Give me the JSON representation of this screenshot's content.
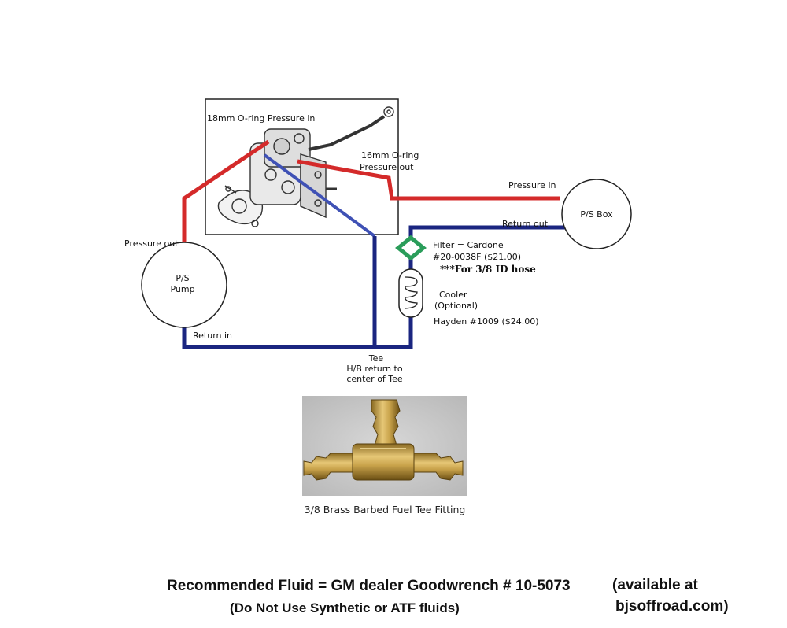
{
  "labels": {
    "o_ring_18": "18mm O-ring Pressure in",
    "o_ring_16_line1": "16mm O-ring",
    "o_ring_16_line2": "Pressure out",
    "pressure_in": "Pressure in",
    "return_out": "Return out",
    "ps_box": "P/S Box",
    "pressure_out": "Pressure out",
    "pump_line1": "P/S",
    "pump_line2": "Pump",
    "filter_line1": "Filter = Cardone",
    "filter_line2": "#20-0038F ($21.00)",
    "filter_note": "***For 3/8 ID hose",
    "cooler_line1": "Cooler",
    "cooler_line2": "(Optional)",
    "cooler_line3": "Hayden #1009 ($24.00)",
    "return_in": "Return in",
    "tee_line1": "Tee",
    "tee_line2": "H/B return to",
    "tee_line3": "center of Tee",
    "fitting_caption": "3/8 Brass Barbed Fuel Tee Fitting"
  },
  "footer": {
    "fluid": "Recommended Fluid = GM dealer Goodwrench #  10-5073",
    "warning": "(Do Not Use Synthetic or ATF fluids)",
    "available_1": "(available at",
    "available_2": "bjsoffroad.com)"
  },
  "colors": {
    "pressure_line": "#d42a2a",
    "return_line": "#1a2580",
    "return_line_diagonal": "#3f51b5",
    "filter": "#2a9d5a",
    "brass": "#c8a24a",
    "photo_bg": "#c9c9c9"
  }
}
